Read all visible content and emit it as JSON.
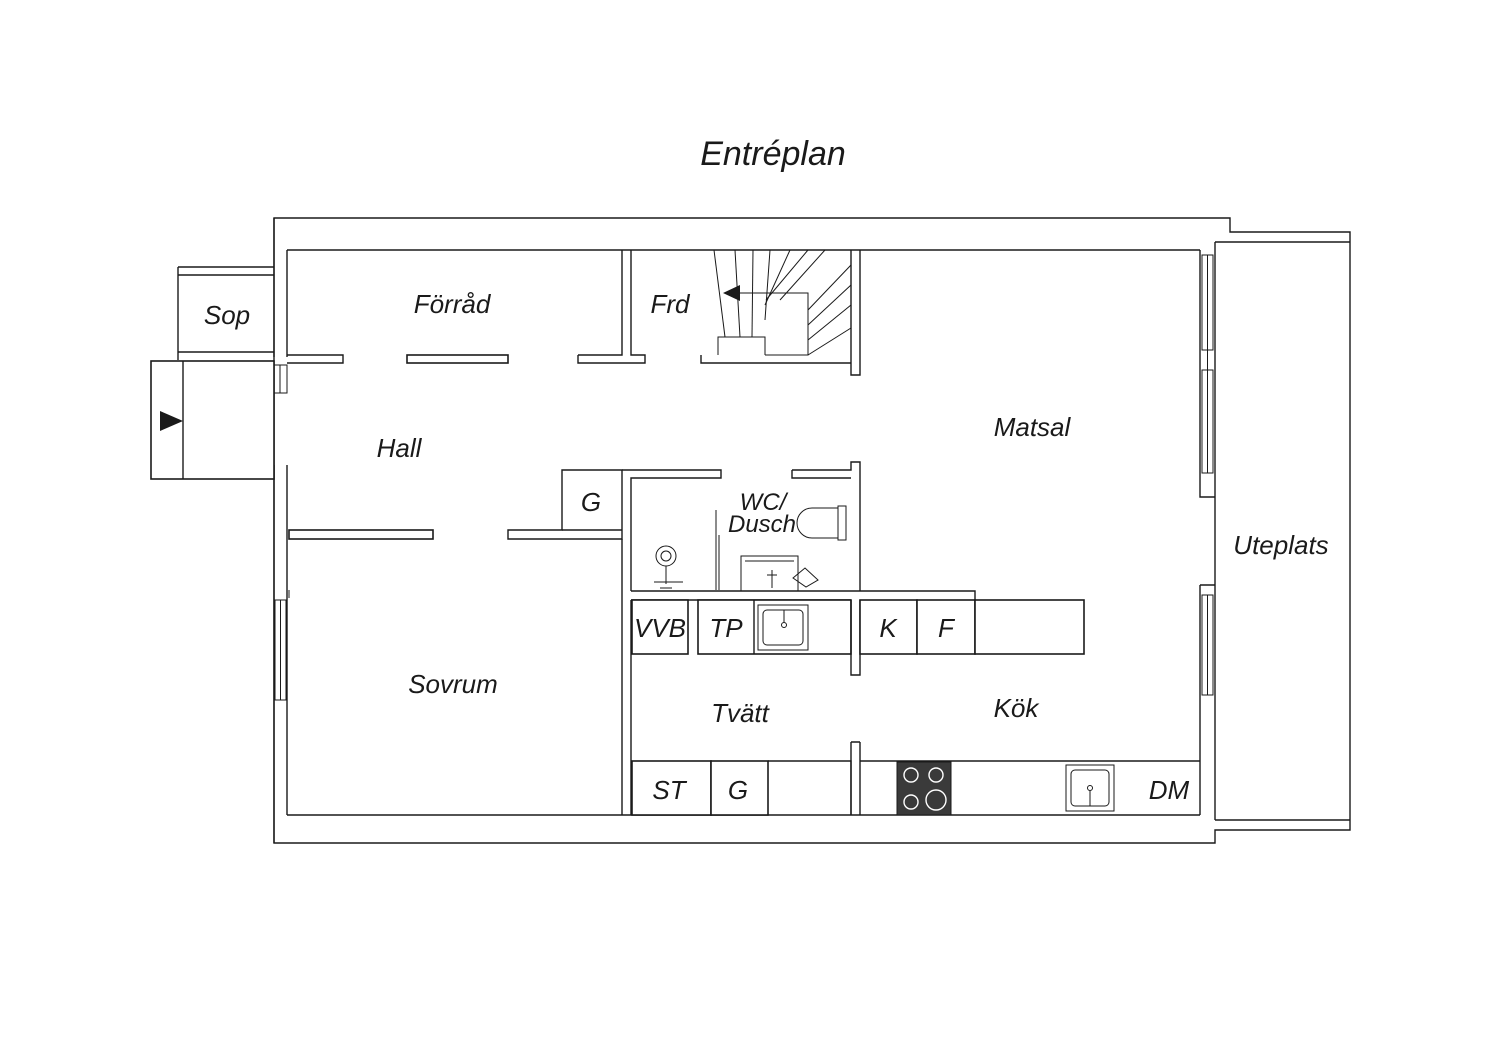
{
  "plan": {
    "title": "Entréplan",
    "rooms": {
      "sop": "Sop",
      "forrad": "Förråd",
      "frd": "Frd",
      "hall": "Hall",
      "matsal": "Matsal",
      "wc_line1": "WC/",
      "wc_line2": "Dusch",
      "uteplats": "Uteplats",
      "sovrum": "Sovrum",
      "tvatt": "Tvätt",
      "kok": "Kök"
    },
    "fixtures": {
      "g_hall": "G",
      "vvb": "VVB",
      "tp": "TP",
      "k": "K",
      "f": "F",
      "st": "ST",
      "g_tvatt": "G",
      "dm": "DM"
    },
    "colors": {
      "line": "#1a1a1a",
      "background": "#ffffff",
      "stove": "#3a3a3a"
    }
  }
}
